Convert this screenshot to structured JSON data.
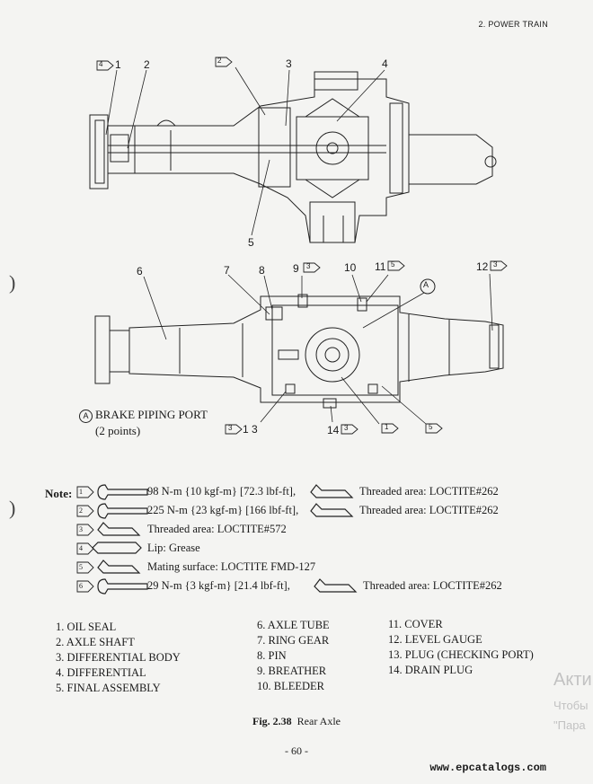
{
  "header": {
    "section": "2. POWER TRAIN"
  },
  "top_callouts": [
    {
      "id": "c1",
      "num": "1",
      "badge": "4"
    },
    {
      "id": "c2",
      "num": "2",
      "badge": ""
    },
    {
      "id": "c2b",
      "num": "",
      "badge": "2"
    },
    {
      "id": "c3",
      "num": "3",
      "badge": ""
    },
    {
      "id": "c4",
      "num": "4",
      "badge": ""
    },
    {
      "id": "c5",
      "num": "5",
      "badge": ""
    }
  ],
  "bottom_callouts": {
    "c6": "6",
    "c7": "7",
    "c8": "8",
    "c9": "9",
    "c9b": "3",
    "c10": "10",
    "c11": "11",
    "c11b": "5",
    "c12": "12",
    "c12b": "3",
    "c13": "1 3",
    "c13b": "3",
    "c14": "14",
    "c14b": "3",
    "cA": "A",
    "c1b": "1",
    "c5b": "5"
  },
  "brake_port": {
    "marker": "A",
    "line1": "BRAKE PIPING PORT",
    "line2": "(2 points)"
  },
  "note": {
    "label": "Note:",
    "rows": [
      {
        "badge": "1",
        "text": "98 N-m {10 kgf-m} [72.3 lbf-ft],",
        "extra": "Threaded area: LOCTITE#262"
      },
      {
        "badge": "2",
        "text": "225 N-m {23 kgf-m} [166 lbf-ft],",
        "extra": "Threaded area: LOCTITE#262"
      },
      {
        "badge": "3",
        "text": "Threaded area: LOCTITE#572",
        "extra": ""
      },
      {
        "badge": "4",
        "text": "Lip: Grease",
        "extra": ""
      },
      {
        "badge": "5",
        "text": "Mating surface: LOCTITE FMD-127",
        "extra": ""
      },
      {
        "badge": "6",
        "text": "29 N-m {3 kgf-m} [21.4 lbf-ft],",
        "extra": "Threaded area: LOCTITE#262"
      }
    ]
  },
  "parts": [
    [
      "1.  OIL SEAL",
      "2.  AXLE SHAFT",
      "3.  DIFFERENTIAL BODY",
      "4.  DIFFERENTIAL",
      "5.  FINAL ASSEMBLY"
    ],
    [
      "6.  AXLE TUBE",
      "7.  RING GEAR",
      "8.  PIN",
      "9.  BREATHER",
      "10.  BLEEDER"
    ],
    [
      "11.  COVER",
      "12.  LEVEL GAUGE",
      "13.  PLUG (CHECKING PORT)",
      "14.  DRAIN PLUG"
    ]
  ],
  "figure": {
    "number": "Fig. 2.38",
    "title": "Rear Axle"
  },
  "page_number": "- 60 -",
  "watermark": [
    "Акти",
    "Чтобы",
    "\"Пара"
  ],
  "site": "www.epcatalogs.com"
}
